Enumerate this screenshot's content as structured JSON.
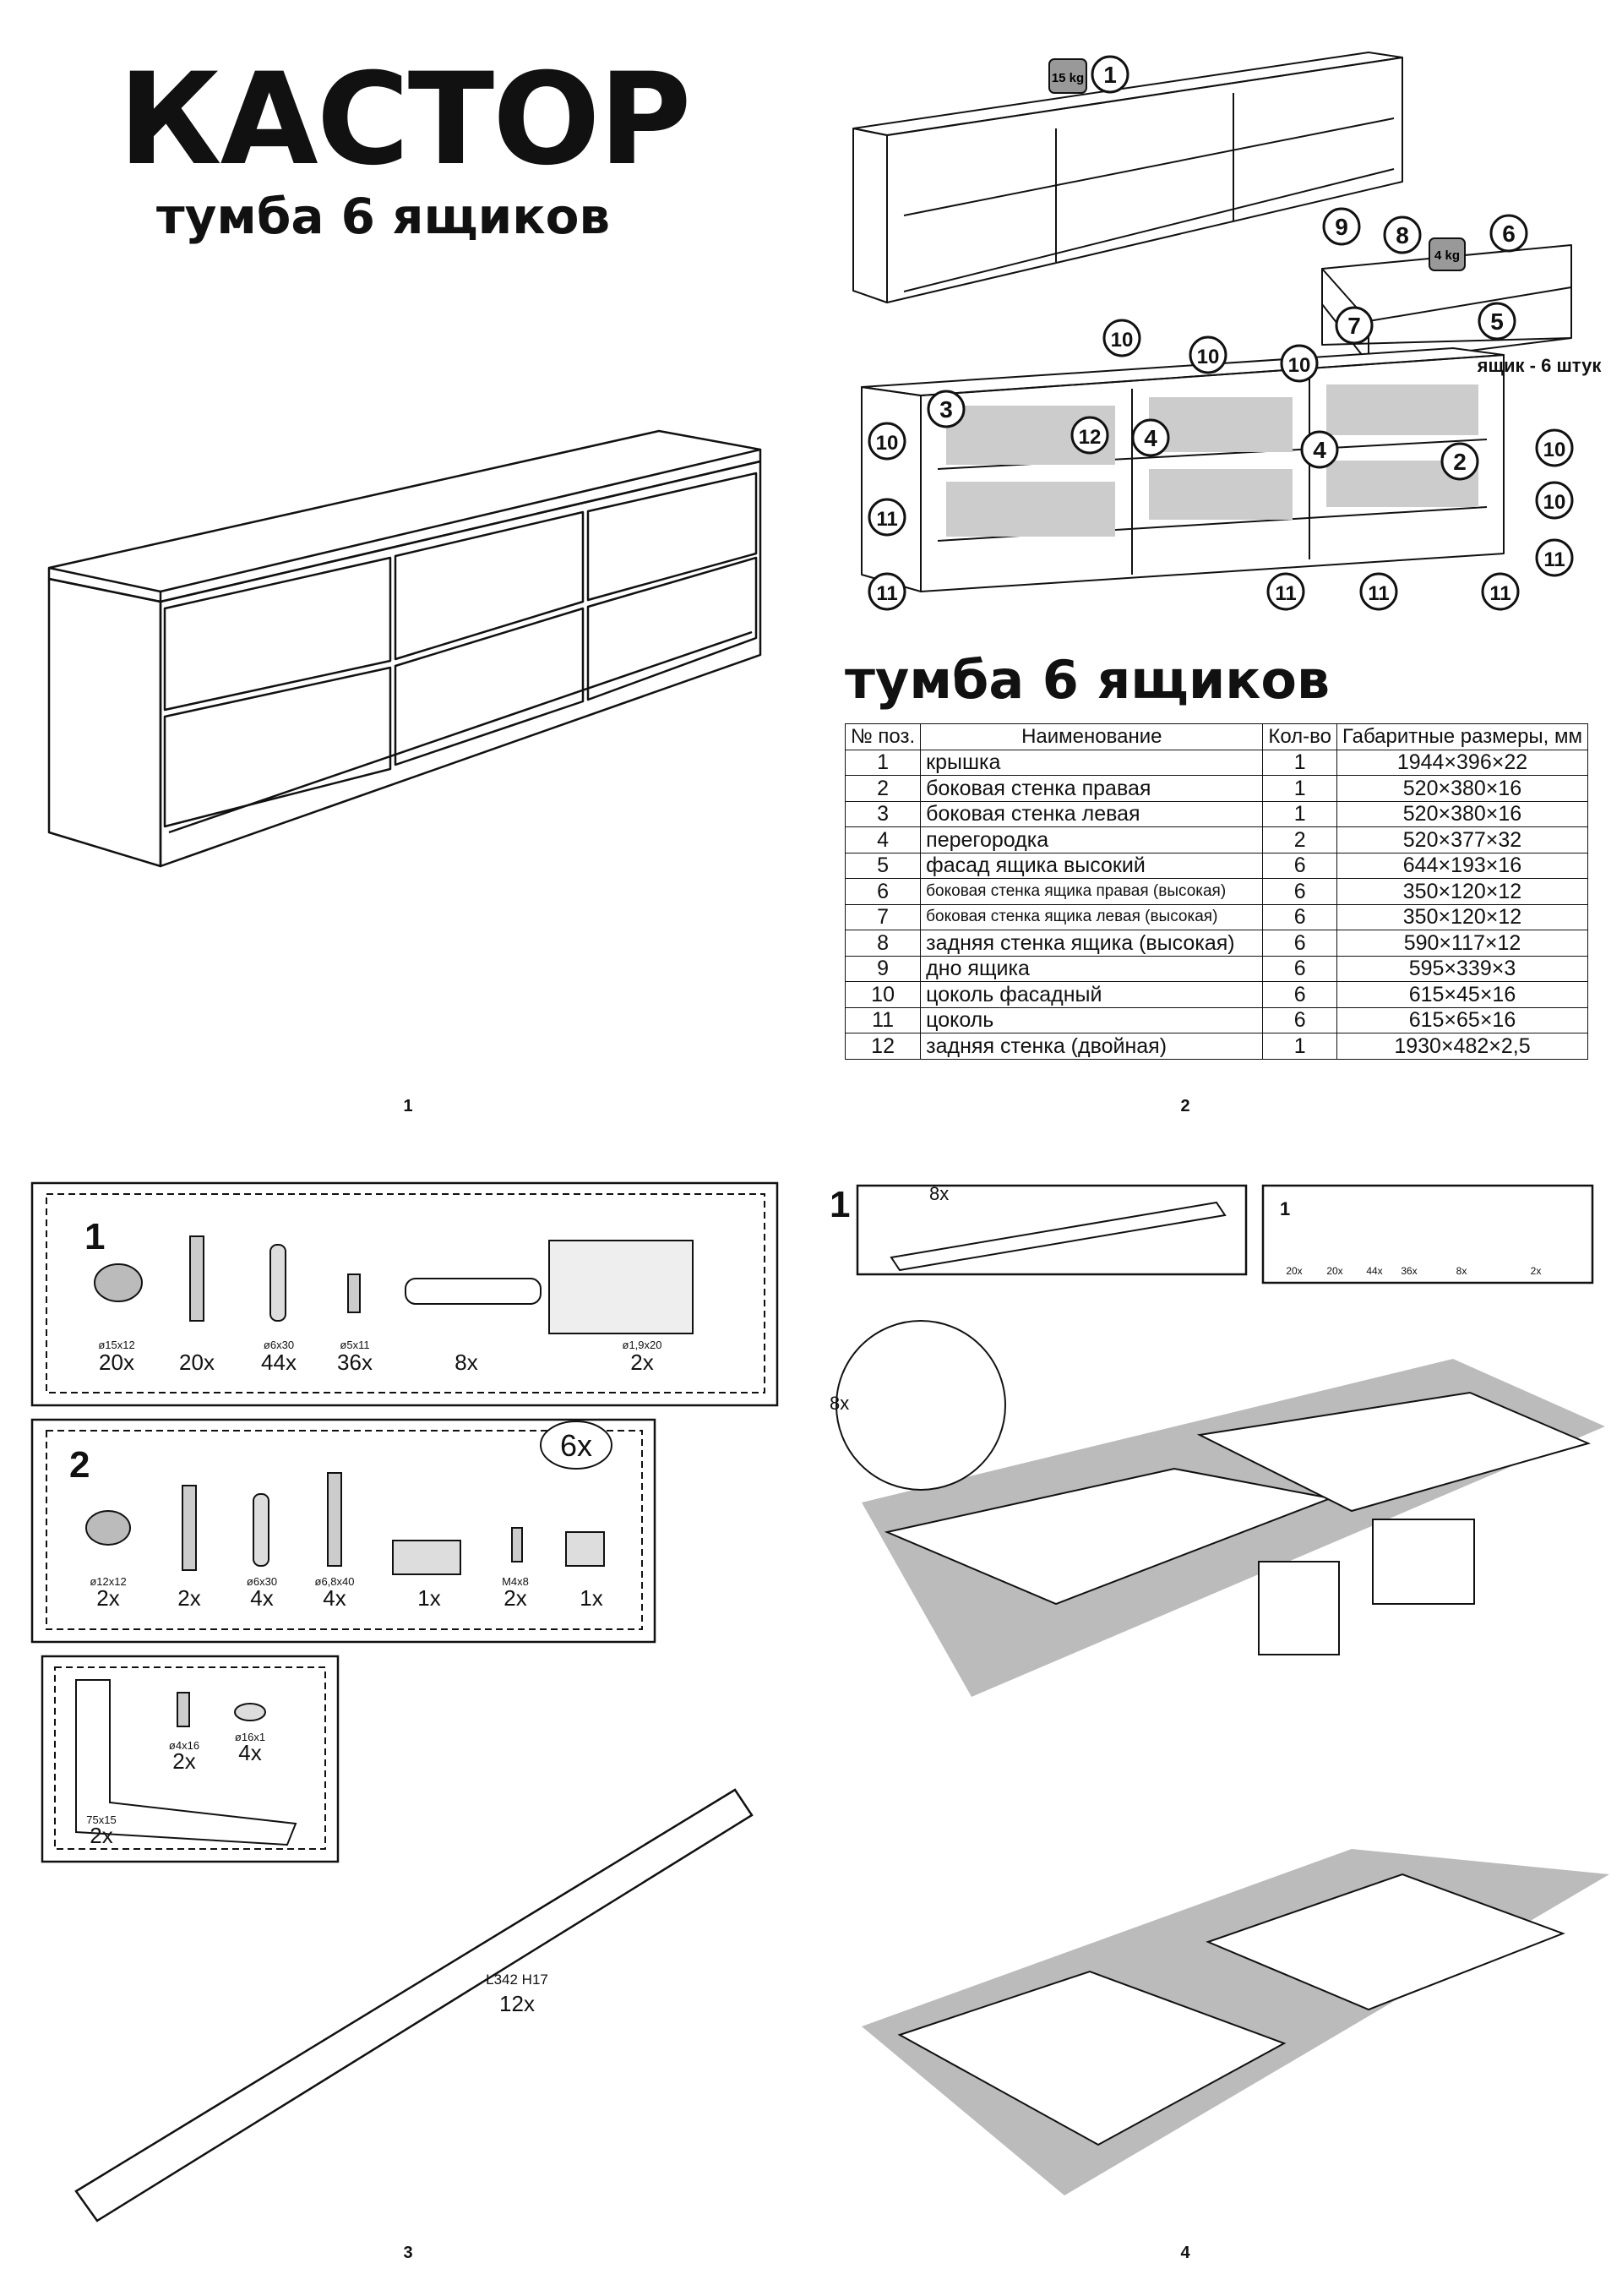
{
  "page1": {
    "title": "КАСТОР",
    "subtitle": "тумба 6 ящиков",
    "page_number": "1"
  },
  "page2": {
    "weight_top": "15 kg",
    "weight_drawer": "4 kg",
    "drawer_caption": "ящик - 6 штук",
    "callouts": [
      "1",
      "2",
      "3",
      "4",
      "5",
      "6",
      "7",
      "8",
      "9",
      "10",
      "11",
      "12"
    ],
    "spec_title": "тумба 6 ящиков",
    "table": {
      "headers": [
        "№ поз.",
        "Наименование",
        "Кол-во",
        "Габаритные размеры, мм"
      ],
      "rows": [
        [
          "1",
          "крышка",
          "1",
          "1944×396×22"
        ],
        [
          "2",
          "боковая стенка правая",
          "1",
          "520×380×16"
        ],
        [
          "3",
          "боковая стенка левая",
          "1",
          "520×380×16"
        ],
        [
          "4",
          "перегородка",
          "2",
          "520×377×32"
        ],
        [
          "5",
          "фасад ящика высокий",
          "6",
          "644×193×16"
        ],
        [
          "6",
          "боковая стенка ящика правая (высокая)",
          "6",
          "350×120×12"
        ],
        [
          "7",
          "боковая стенка ящика левая (высокая)",
          "6",
          "350×120×12"
        ],
        [
          "8",
          "задняя стенка ящика (высокая)",
          "6",
          "590×117×12"
        ],
        [
          "9",
          "дно ящика",
          "6",
          "595×339×3"
        ],
        [
          "10",
          "цоколь фасадный",
          "6",
          "615×45×16"
        ],
        [
          "11",
          "цоколь",
          "6",
          "615×65×16"
        ],
        [
          "12",
          "задняя стенка (двойная)",
          "1",
          "1930×482×2,5"
        ]
      ]
    },
    "page_number": "2"
  },
  "page3": {
    "set1": {
      "label": "1",
      "items": [
        {
          "spec": "ø15x12",
          "qty": "20x"
        },
        {
          "spec": "",
          "qty": "20x"
        },
        {
          "spec": "ø6x30",
          "qty": "44x"
        },
        {
          "spec": "ø5x11",
          "qty": "36x"
        },
        {
          "spec": "",
          "qty": "8x"
        },
        {
          "spec": "ø1,9x20",
          "qty": "2x"
        }
      ]
    },
    "set2": {
      "label": "2",
      "multiplier": "6x",
      "items": [
        {
          "spec": "ø12x12",
          "qty": "2x"
        },
        {
          "spec": "",
          "qty": "2x"
        },
        {
          "spec": "ø6x30",
          "qty": "4x"
        },
        {
          "spec": "ø6,8x40",
          "qty": "4x"
        },
        {
          "spec": "",
          "qty": "1x"
        },
        {
          "spec": "M4x8",
          "qty": "2x"
        },
        {
          "spec": "",
          "qty": "1x"
        }
      ]
    },
    "set3": {
      "items": [
        {
          "spec": "75x15",
          "qty": "2x"
        },
        {
          "spec": "ø4x16",
          "qty": "2x"
        },
        {
          "spec": "ø16x1",
          "qty": "4x"
        }
      ]
    },
    "rail_spec": "L342 H17",
    "rail_qty": "12x",
    "page_number": "3"
  },
  "page4": {
    "step": "1",
    "rail_qty": "8x",
    "screw_qty": "8x",
    "mini_set_label": "1",
    "mini_qtys": [
      "20x",
      "20x",
      "44x",
      "36x",
      "8x",
      "2x"
    ],
    "page_number": "4"
  }
}
